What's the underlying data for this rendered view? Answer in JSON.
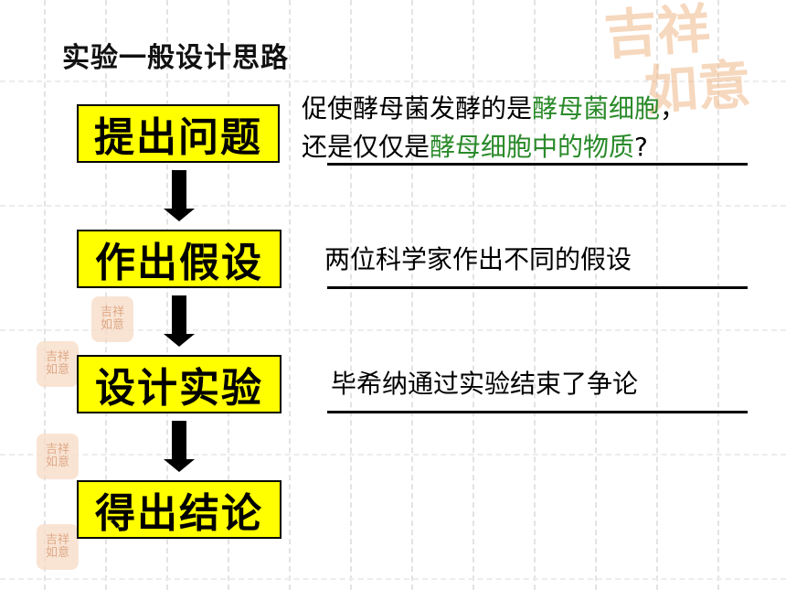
{
  "title": "实验一般设计思路",
  "steps": [
    "提出问题",
    "作出假设",
    "设计实验",
    "得出结论"
  ],
  "desc1": {
    "line1_a": "促使酵母菌发酵的是",
    "line1_b": "酵母菌细胞",
    "line1_c": "，",
    "line2_a": "还是仅仅是",
    "line2_b": "酵母细胞中的物质",
    "line2_c": "?"
  },
  "desc2": "两位科学家作出不同的假设",
  "desc3": "毕希纳通过实验结束了争论",
  "watermark": {
    "line1": "吉祥",
    "line2": "如意"
  },
  "colors": {
    "step_bg": "#ffff00",
    "highlight": "#2a8a2a",
    "watermark": "#f0b98a"
  }
}
